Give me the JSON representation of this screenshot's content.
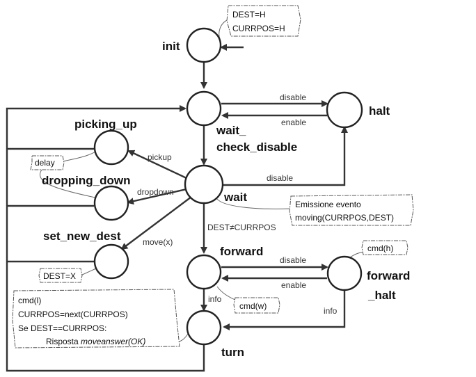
{
  "states": {
    "init": "init",
    "wait_check_disable_1": "wait_",
    "wait_check_disable_2": "check_disable",
    "halt": "halt",
    "picking_up": "picking_up",
    "dropping_down": "dropping_down",
    "wait": "wait",
    "set_new_dest": "set_new_dest",
    "forward": "forward",
    "forward_halt_1": "forward",
    "forward_halt_2": "_halt",
    "turn": "turn"
  },
  "transitions": {
    "disable_top": "disable",
    "enable_top": "enable",
    "disable_wait": "disable",
    "pickup": "pickup",
    "dropdown": "dropdown",
    "move": "move(x)",
    "dest_neq": "DEST≠CURRPOS",
    "disable_fwd": "disable",
    "enable_fwd": "enable",
    "info_left": "info",
    "info_right": "info"
  },
  "notes": {
    "init_line1": "DEST=H",
    "init_line2": "CURRPOS=H",
    "delay": "delay",
    "emission_line1": "Emissione evento",
    "emission_line2": "moving(CURRPOS,DEST)",
    "dest_x": "DEST=X",
    "cmd_h": "cmd(h)",
    "cmd_w": "cmd(w)",
    "turn_line1": "cmd(l)",
    "turn_line2": "CURRPOS=next(CURRPOS)",
    "turn_line3": "Se DEST==CURRPOS:",
    "turn_line4_plain": "Risposta ",
    "turn_line4_italic": "moveanswer(OK)"
  }
}
